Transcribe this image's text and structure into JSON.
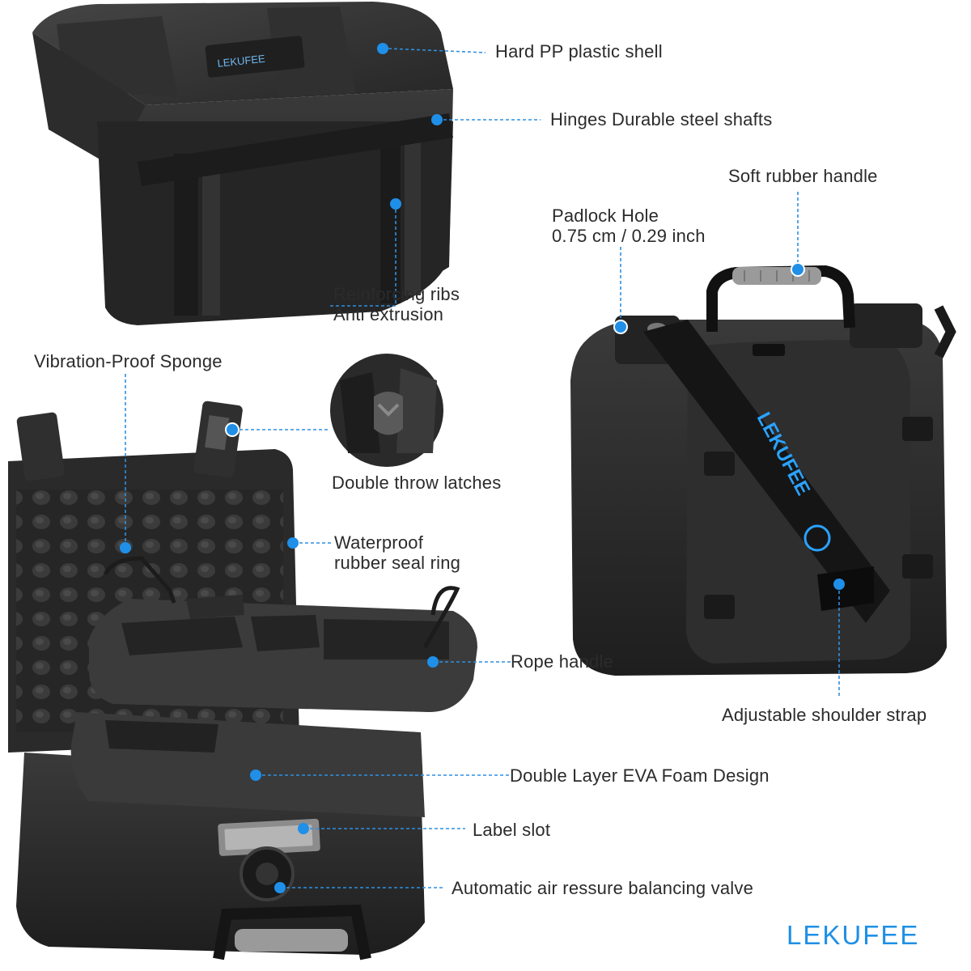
{
  "brand": {
    "name": "LEKUFEE",
    "color": "#1e90e6"
  },
  "case_logos": {
    "top_lid_text": "LEKUFEE",
    "strap_text": "LEKUFEE"
  },
  "callouts": [
    {
      "id": "shell",
      "text": "Hard  PP plastic shell"
    },
    {
      "id": "hinges",
      "text": "Hinges Durable steel shafts"
    },
    {
      "id": "ribs",
      "lines": [
        "Reinforcing ribs",
        "Anti extrusion"
      ]
    },
    {
      "id": "rubber_handle",
      "text": "Soft rubber handle"
    },
    {
      "id": "padlock",
      "lines": [
        "Padlock Hole",
        "0.75 cm / 0.29 inch"
      ]
    },
    {
      "id": "sponge",
      "text": "Vibration-Proof Sponge"
    },
    {
      "id": "latches",
      "text": "Double throw latches"
    },
    {
      "id": "seal",
      "lines": [
        "Waterproof",
        "rubber seal ring"
      ]
    },
    {
      "id": "rope",
      "text": "Rope handle"
    },
    {
      "id": "strap",
      "text": "Adjustable shoulder strap"
    },
    {
      "id": "eva",
      "text": "Double Layer EVA Foam Design"
    },
    {
      "id": "label_slot",
      "text": "Label slot"
    },
    {
      "id": "valve",
      "text": "Automatic air ressure balancing valve"
    }
  ],
  "colors": {
    "case_body": "#2a2a2a",
    "case_highlight": "#3d3d3d",
    "foam": "#3a3a3a",
    "handle_grip": "#9a9a9a",
    "callout_line": "#2f8fe0",
    "callout_dot": "#1f8fe8"
  }
}
